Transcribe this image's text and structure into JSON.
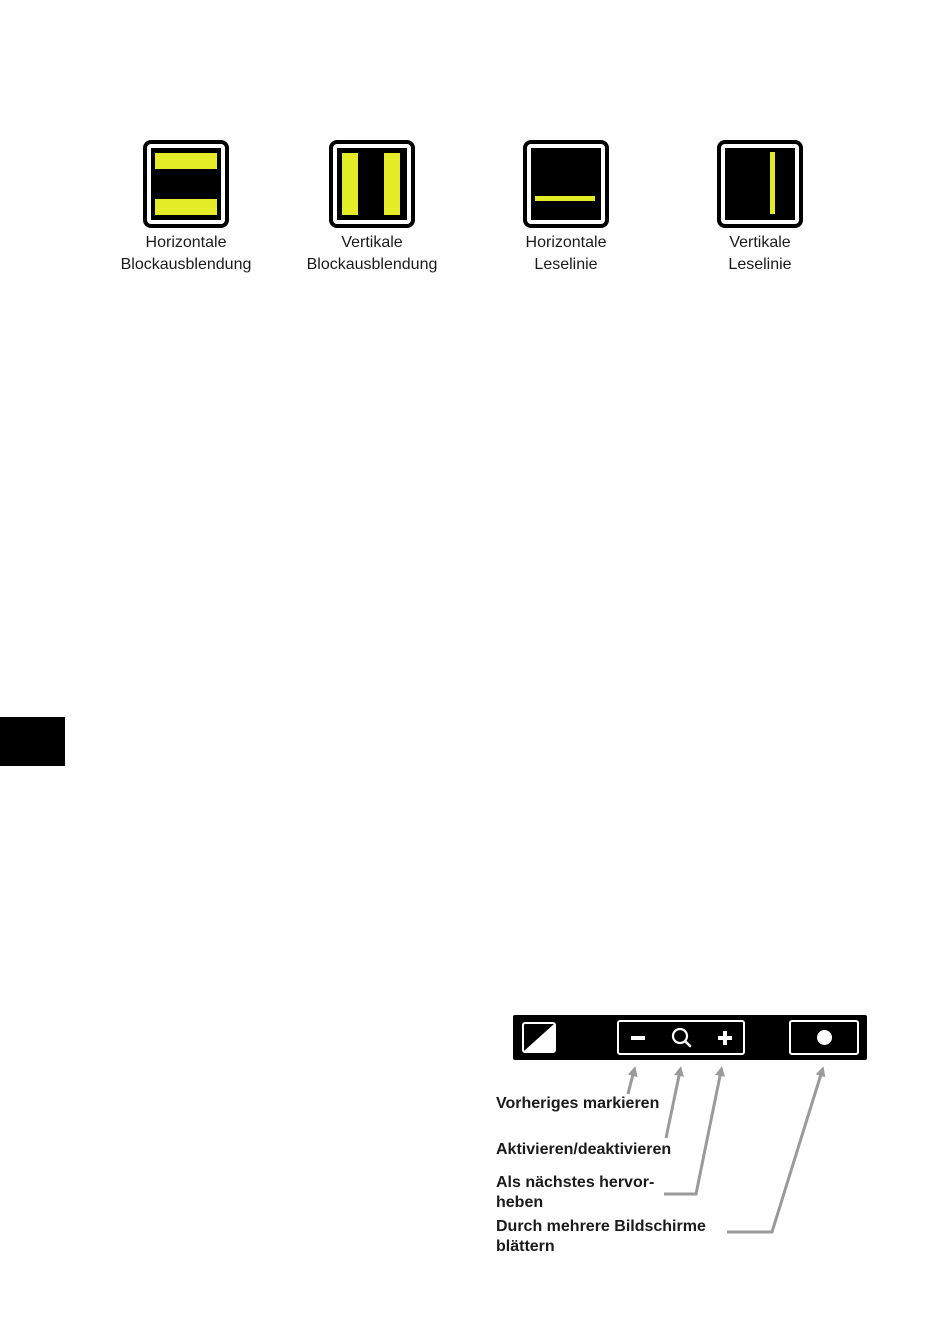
{
  "colors": {
    "highlight": "#e4ec28",
    "frame": "#000000",
    "arrow": "#9a9a9a"
  },
  "modes": [
    {
      "icon": "horizontal-block-mask-icon",
      "line1": "Horizontale",
      "line2": "Blockausblendung"
    },
    {
      "icon": "vertical-block-mask-icon",
      "line1": "Vertikale",
      "line2": "Blockausblendung"
    },
    {
      "icon": "horizontal-reading-line-icon",
      "line1": "Horizontale",
      "line2": "Leselinie"
    },
    {
      "icon": "vertical-reading-line-icon",
      "line1": "Vertikale",
      "line2": "Leselinie"
    }
  ],
  "control_bar": {
    "buttons": [
      {
        "icon": "contrast-icon"
      },
      {
        "icon": "minus-icon"
      },
      {
        "icon": "magnifier-icon"
      },
      {
        "icon": "plus-icon"
      },
      {
        "icon": "dot-icon"
      }
    ]
  },
  "callouts": {
    "previous": "Vorheriges markieren",
    "toggle": "Aktivieren/deaktivieren",
    "next_line1": "Als nächstes hervor-",
    "next_line2": "heben",
    "scroll_line1": "Durch mehrere Bildschirme",
    "scroll_line2": "blättern"
  }
}
